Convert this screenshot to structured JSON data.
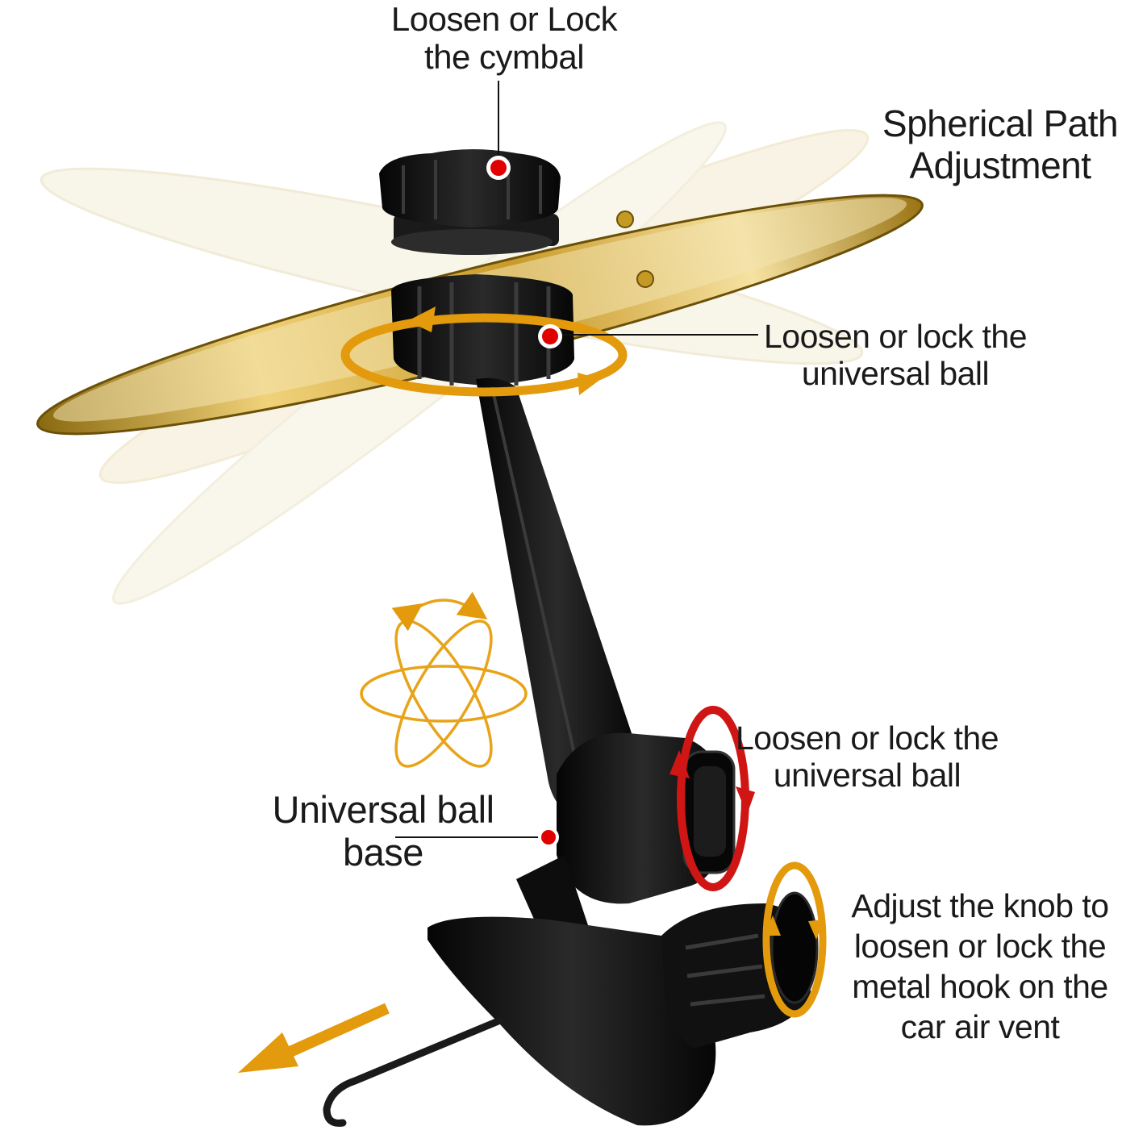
{
  "colors": {
    "accent_orange": "#E39A0C",
    "accent_red": "#D01515",
    "mount_black": "#111111",
    "cymbal_gold": "#D9B24A",
    "callout_dot": "#E00000"
  },
  "labels": {
    "cymbal_lock": {
      "line1": "Loosen or Lock",
      "line2": "the cymbal"
    },
    "spherical_path": {
      "line1": "Spherical Path",
      "line2": "Adjustment"
    },
    "universal_ball_top": {
      "line1": "Loosen or lock the",
      "line2": "universal ball"
    },
    "universal_ball_mid": {
      "line1": "Loosen or lock the",
      "line2": "universal ball"
    },
    "universal_ball_base": {
      "line1": "Universal ball",
      "line2": "base"
    },
    "knob_hook": {
      "line1": "Adjust the knob to",
      "line2": "loosen or lock the",
      "line3": "metal hook on the",
      "line4": "car air vent"
    }
  },
  "icons": [
    "atom-rotation-icon",
    "rotate-arrow-icon",
    "direction-arrow-icon",
    "callout-dot-icon"
  ]
}
